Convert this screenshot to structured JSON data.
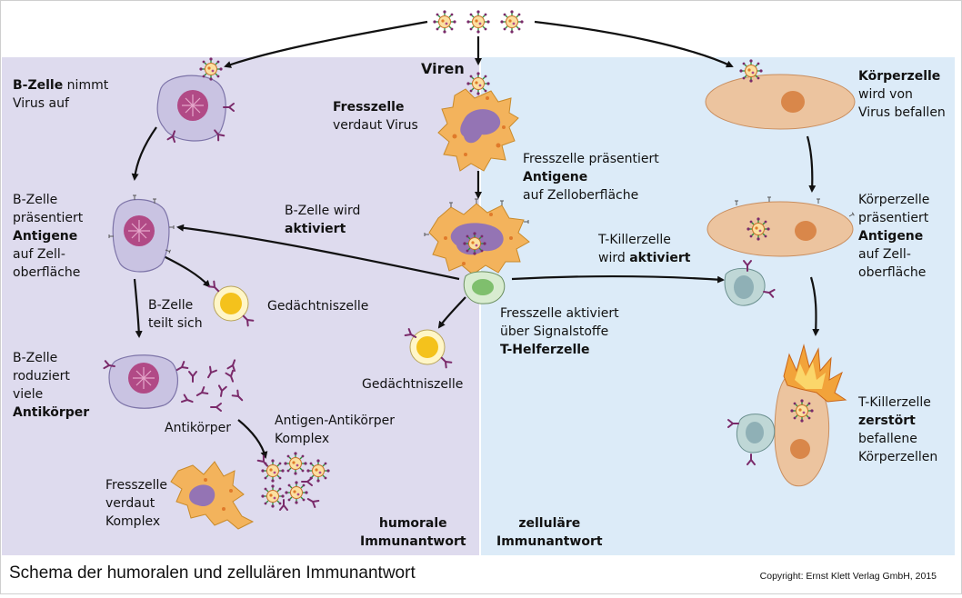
{
  "colors": {
    "humoral_bg": "#dedbee",
    "cellular_bg": "#dcebf8",
    "b_cell": "#c9c3e2",
    "b_nucleus": "#b14a86",
    "phagocyte": "#f3b35c",
    "phagocyte_inner": "#9474b4",
    "body_cell": "#ecc49f",
    "body_nucleus": "#d9874a",
    "memory_cell": "#fff6c7",
    "memory_nucleus": "#f4c21c",
    "helper_cell": "#d8ecd0",
    "helper_nucleus": "#7fbf6d",
    "killer_cell": "#bfd7d6",
    "antibody": "#7a2a6a",
    "virus": "#e07a2a",
    "virus_spike": "#2f8f3a"
  },
  "labels": {
    "viren": "Viren",
    "bcell_takes": [
      "B-Zelle",
      " nimmt",
      "Virus auf"
    ],
    "fresszelle_digests": [
      "Fresszelle",
      "verdaut Virus"
    ],
    "koerperzelle_infected": [
      "Körperzelle",
      "wird von",
      "Virus befallen"
    ],
    "fresszelle_presents": [
      "Fresszelle präsentiert",
      "Antigene",
      "auf Zelloberfläche"
    ],
    "bcell_presents": [
      "B-Zelle",
      "präsentiert",
      "Antigene",
      "auf Zell-",
      "oberfläche"
    ],
    "bcell_activated": [
      "B-Zelle wird",
      "aktiviert"
    ],
    "tkiller_activated": [
      "T-Killerzelle",
      "wird ",
      "aktiviert"
    ],
    "koerperzelle_presents": [
      "Körperzelle",
      "präsentiert",
      "Antigene",
      "auf Zell-",
      "oberfläche"
    ],
    "bcell_divides": [
      "B-Zelle",
      "teilt sich"
    ],
    "memory_cell_left": "Gedächtniszelle",
    "helper_activation": [
      "Fresszelle aktiviert",
      "über Signalstoffe",
      "T-Helferzelle"
    ],
    "memory_cell_center": "Gedächtniszelle",
    "bcell_produces": [
      "B-Zelle",
      "roduziert",
      "viele",
      "Antikörper"
    ],
    "antikoerper": "Antikörper",
    "complex": [
      "Antigen-Antikörper",
      "Komplex"
    ],
    "tkiller_destroys": [
      "T-Killerzelle",
      "zerstört",
      "befallene",
      "Körperzellen"
    ],
    "fresszelle_complex": [
      "Fresszelle",
      "verdaut",
      "Komplex"
    ],
    "humoral": [
      "humorale",
      "Immunantwort"
    ],
    "cellular": [
      "zelluläre",
      "Immunantwort"
    ]
  },
  "caption": "Schema der humoralen und zellulären Immunantwort",
  "copyright": "Copyright: Ernst Klett Verlag GmbH, 2015"
}
